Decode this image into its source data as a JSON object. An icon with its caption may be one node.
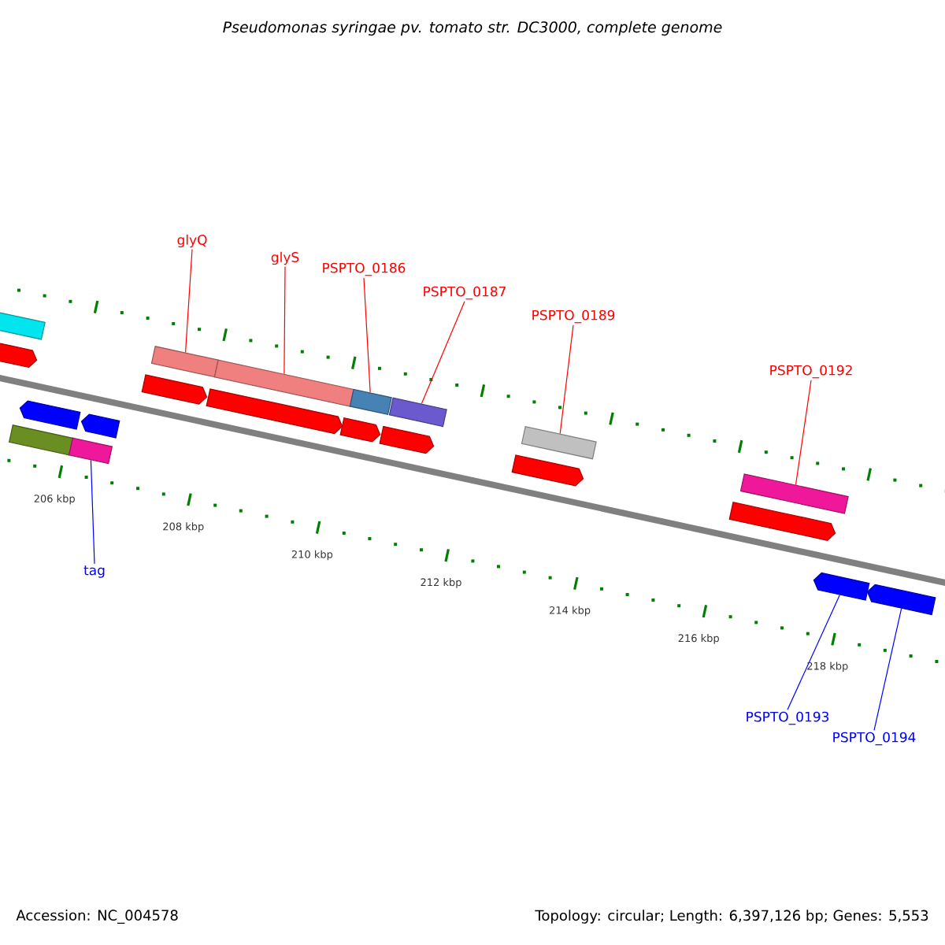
{
  "diagram": {
    "title": "Pseudomonas syringae pv. tomato str. DC3000, complete genome",
    "nodes": [
      {
        "text": [
          "glyQ"
        ]
      },
      {
        "text": [
          "glyS"
        ]
      },
      {
        "text": [
          "PSPTO_0186"
        ]
      },
      {
        "text": [
          "PSPTO_0187"
        ]
      },
      {
        "text": [
          "PSPTO_0189"
        ]
      },
      {
        "text": [
          "PSPTO_0192"
        ]
      },
      {
        "text": [
          "tag"
        ]
      },
      {
        "text": [
          "PSPTO_0193"
        ]
      },
      {
        "text": [
          "PSPTO_0194"
        ]
      },
      {
        "text": [],
        "shape": "bar"
      },
      {
        "text": [],
        "shape": "arrow"
      },
      {
        "text": [],
        "shape": "bar"
      },
      {
        "text": [],
        "shape": "bar"
      },
      {
        "text": [],
        "shape": "bar"
      },
      {
        "text": [],
        "shape": "bar"
      },
      {
        "text": [],
        "shape": "arrow"
      },
      {
        "text": [],
        "shape": "arrow"
      },
      {
        "text": [],
        "shape": "arrow"
      },
      {
        "text": [],
        "shape": "arrow"
      },
      {
        "text": [],
        "shape": "bar"
      },
      {
        "text": [],
        "shape": "arrow"
      },
      {
        "text": [],
        "shape": "bar"
      },
      {
        "text": [],
        "shape": "arrow"
      },
      {
        "text": [],
        "shape": "arrow"
      },
      {
        "text": [],
        "shape": "arrow"
      },
      {
        "text": [],
        "shape": "bar"
      },
      {
        "text": [],
        "shape": "bar"
      },
      {
        "text": [],
        "shape": "arrow"
      },
      {
        "text": [],
        "shape": "arrow"
      }
    ],
    "edges": [
      {
        "from": 0,
        "to": 11,
        "arrow": "none"
      },
      {
        "from": 1,
        "to": 12,
        "arrow": "none"
      },
      {
        "from": 2,
        "to": 13,
        "arrow": "none"
      },
      {
        "from": 3,
        "to": 14,
        "arrow": "none"
      },
      {
        "from": 4,
        "to": 19,
        "arrow": "none"
      },
      {
        "from": 5,
        "to": 21,
        "arrow": "none"
      },
      {
        "from": 6,
        "to": 26,
        "arrow": "none",
        "color": "#0000ff"
      },
      {
        "from": 7,
        "to": 27,
        "arrow": "none",
        "color": "#0000ff"
      },
      {
        "from": 8,
        "to": 28,
        "arrow": "none",
        "color": "#0000ff"
      }
    ],
    "labels": [
      "206 kbp",
      "208 kbp",
      "210 kbp",
      "212 kbp",
      "214 kbp",
      "216 kbp",
      "218 kbp",
      "Accession: NC_004578",
      "Topology: circular; Length: 6,397,126 bp; Genes: 5,553"
    ]
  }
}
